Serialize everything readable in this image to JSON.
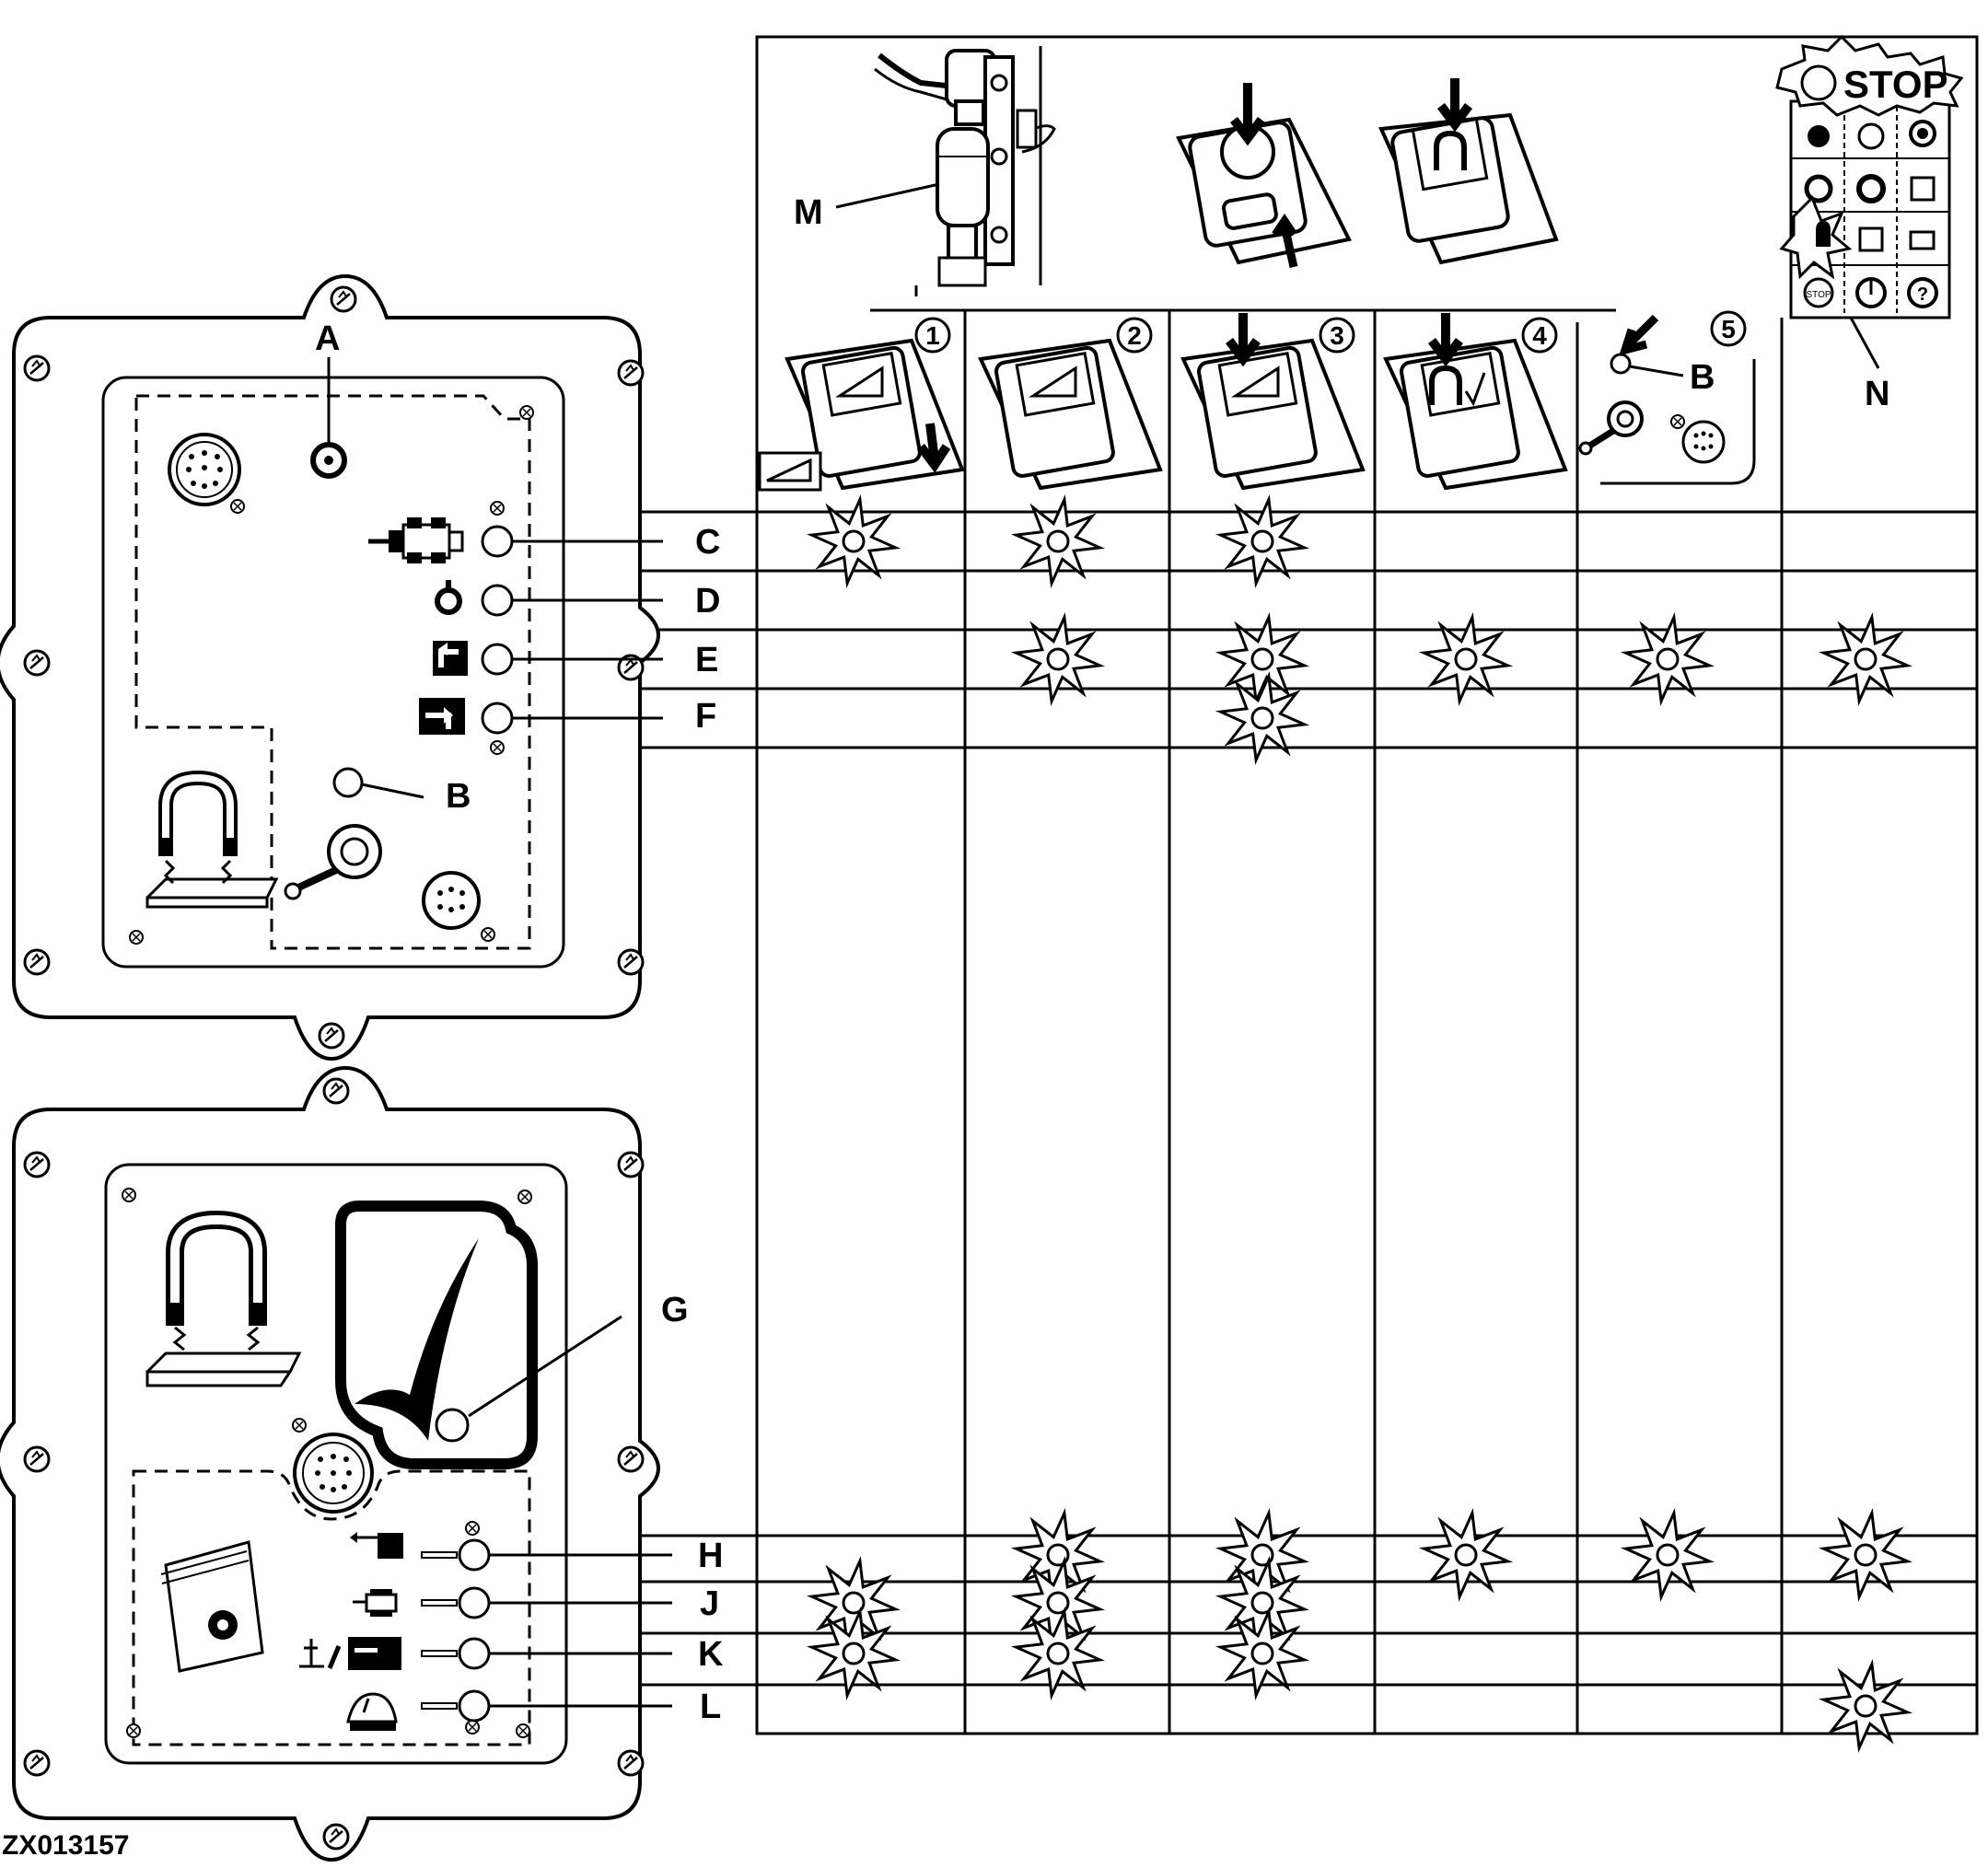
{
  "figure_id": "ZX013157",
  "callouts": {
    "A": "A",
    "B": "B",
    "C": "C",
    "D": "D",
    "E": "E",
    "F": "F",
    "G": "G",
    "H": "H",
    "J": "J",
    "K": "K",
    "L": "L",
    "M": "M",
    "N": "N"
  },
  "steps": [
    "1",
    "2",
    "3",
    "4",
    "5"
  ],
  "stop_text": "STOP",
  "stop_small_text": "STOP",
  "upper_panel_rows": [
    "C",
    "D",
    "E",
    "F"
  ],
  "lower_panel_rows": [
    "H",
    "J",
    "K",
    "L"
  ],
  "indicator_states": {
    "C": [
      true,
      true,
      true,
      false,
      false,
      false
    ],
    "D": [
      false,
      false,
      false,
      false,
      false,
      false
    ],
    "E": [
      false,
      true,
      true,
      true,
      true,
      true
    ],
    "F": [
      false,
      false,
      true,
      false,
      false,
      false
    ],
    "H": [
      false,
      true,
      true,
      true,
      true,
      true
    ],
    "J": [
      true,
      true,
      true,
      false,
      false,
      false
    ],
    "K": [
      true,
      true,
      true,
      false,
      false,
      false
    ],
    "L": [
      false,
      false,
      false,
      false,
      false,
      true
    ]
  },
  "colors": {
    "line": "#000000",
    "background": "#ffffff",
    "fill_dark": "#111111",
    "fill_gray": "#bbbbbb"
  }
}
